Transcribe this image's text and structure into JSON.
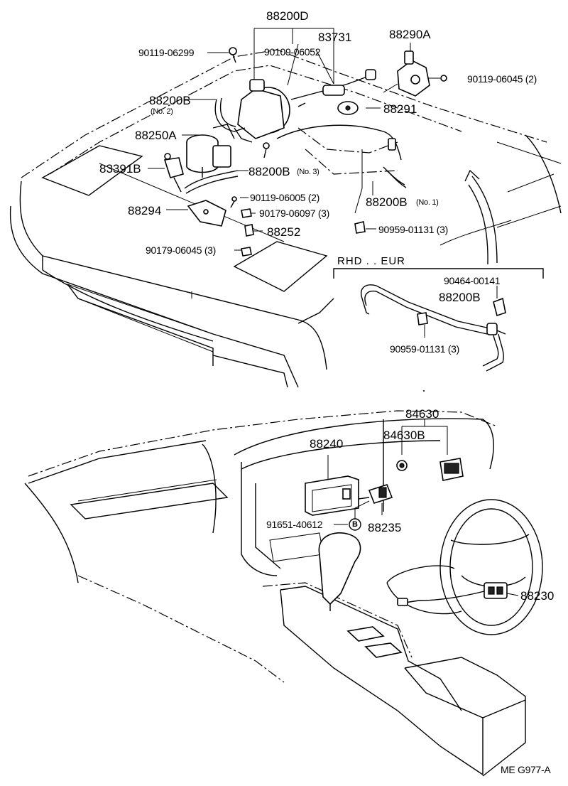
{
  "labels": {
    "p88200D": "88200D",
    "p83731": "83731",
    "p90109_06052": "90109-06052",
    "p90119_06299": "90119-06299",
    "p88290A": "88290A",
    "p90119_06045": "90119-06045 (2)",
    "p88200B_no2": "88200B",
    "no2": "(No. 2)",
    "p88291": "88291",
    "p88250A": "88250A",
    "p83391B": "83391B",
    "p88200B_no3": "88200B",
    "no3": "(No. 3)",
    "p90119_06005": "90119-06005 (2)",
    "p88200B_no1": "88200B",
    "no1": "(No. 1)",
    "p88294": "88294",
    "p90179_06097": "90179-06097 (3)",
    "p90959_01131_main": "90959-01131 (3)",
    "p88252": "88252",
    "p90179_06045": "90179-06045 (3)",
    "p90464_00141": "90464-00141",
    "p88200B_inset": "88200B",
    "p90959_01131_inset": "90959-01131 (3)",
    "p84630": "84630",
    "p84630B": "84630B",
    "p88240": "88240",
    "p91651_40612": "91651-40612",
    "circleB": "B",
    "p88235": "88235",
    "p88230": "88230",
    "footer": "ME   G977-A"
  },
  "inset": {
    "title": "RHD . . EUR"
  }
}
